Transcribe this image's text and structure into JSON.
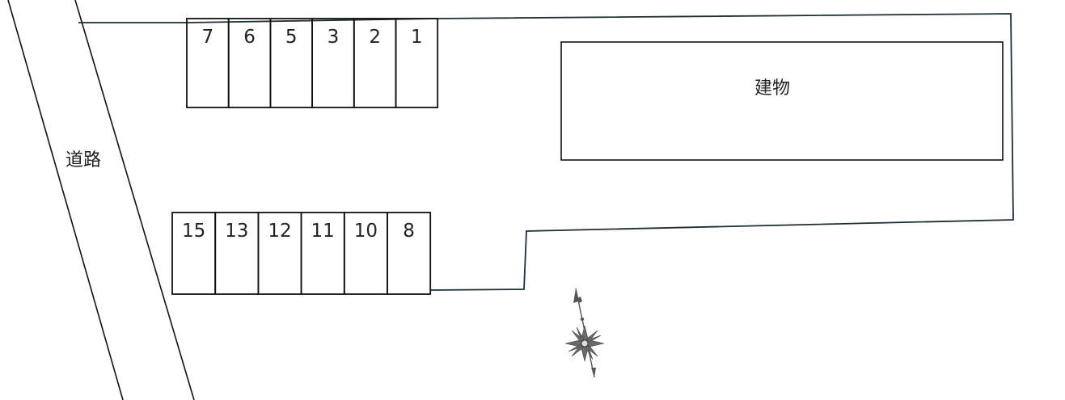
{
  "labels": {
    "road": "道路",
    "building": "建物"
  },
  "parking_rows": [
    {
      "slots": [
        "7",
        "6",
        "5",
        "3",
        "2",
        "1"
      ]
    },
    {
      "slots": [
        "15",
        "13",
        "12",
        "11",
        "10",
        "8"
      ]
    }
  ],
  "compass": {
    "icon": "compass-rose-icon"
  },
  "colors": {
    "lot_boundary": "#1c2e3a",
    "lines": "#111111",
    "compass": "#5a5a5a"
  }
}
